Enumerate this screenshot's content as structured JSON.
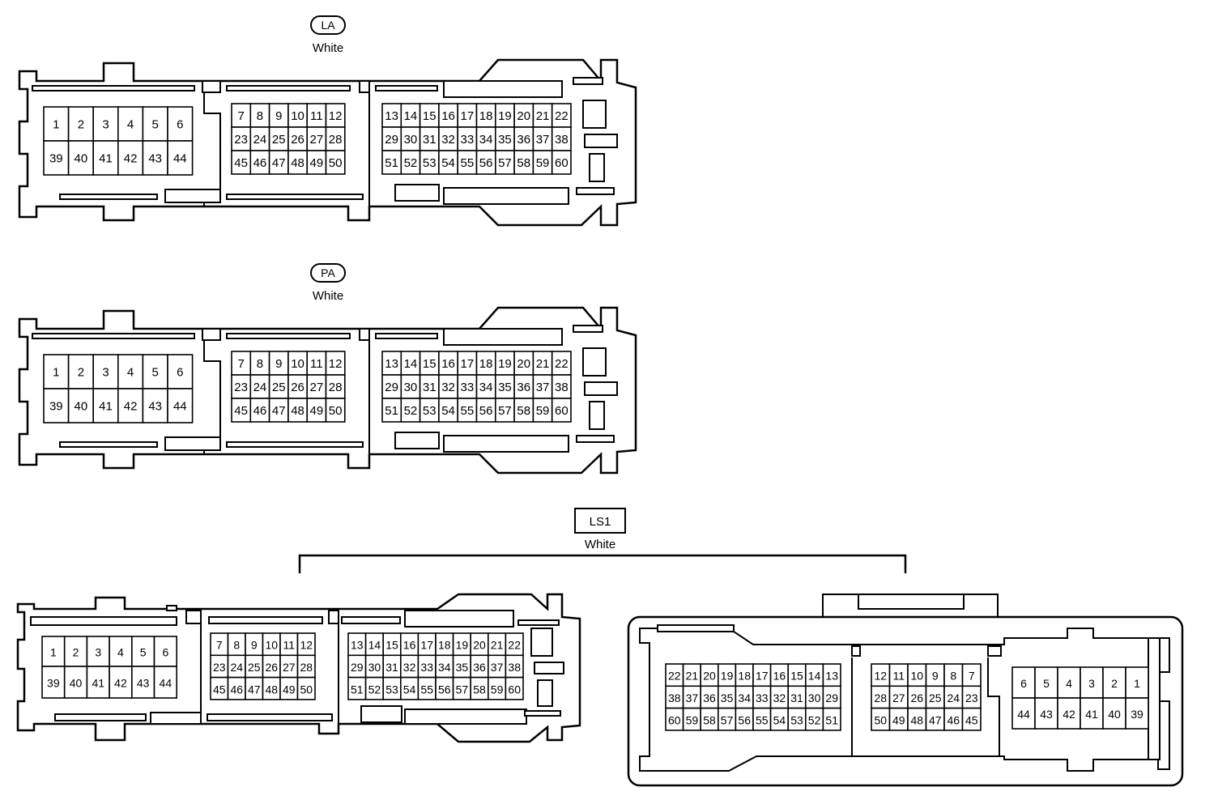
{
  "connectors": {
    "la": {
      "code": "LA",
      "color": "White"
    },
    "pa": {
      "code": "PA",
      "color": "White"
    },
    "ls1": {
      "code": "LS1",
      "color": "White"
    }
  },
  "pins": {
    "left_block": [
      [
        "1",
        "2",
        "3",
        "4",
        "5",
        "6"
      ],
      [
        "39",
        "40",
        "41",
        "42",
        "43",
        "44"
      ]
    ],
    "middle_block": [
      [
        "7",
        "8",
        "9",
        "10",
        "11",
        "12"
      ],
      [
        "23",
        "24",
        "25",
        "26",
        "27",
        "28"
      ],
      [
        "45",
        "46",
        "47",
        "48",
        "49",
        "50"
      ]
    ],
    "right_block": [
      [
        "13",
        "14",
        "15",
        "16",
        "17",
        "18",
        "19",
        "20",
        "21",
        "22"
      ],
      [
        "29",
        "30",
        "31",
        "32",
        "33",
        "34",
        "35",
        "36",
        "37",
        "38"
      ],
      [
        "51",
        "52",
        "53",
        "54",
        "55",
        "56",
        "57",
        "58",
        "59",
        "60"
      ]
    ],
    "mirror_right_block": [
      [
        "22",
        "21",
        "20",
        "19",
        "18",
        "17",
        "16",
        "15",
        "14",
        "13"
      ],
      [
        "38",
        "37",
        "36",
        "35",
        "34",
        "33",
        "32",
        "31",
        "30",
        "29"
      ],
      [
        "60",
        "59",
        "58",
        "57",
        "56",
        "55",
        "54",
        "53",
        "52",
        "51"
      ]
    ],
    "mirror_middle_block": [
      [
        "12",
        "11",
        "10",
        "9",
        "8",
        "7"
      ],
      [
        "28",
        "27",
        "26",
        "25",
        "24",
        "23"
      ],
      [
        "50",
        "49",
        "48",
        "47",
        "46",
        "45"
      ]
    ],
    "mirror_left_block": [
      [
        "6",
        "5",
        "4",
        "3",
        "2",
        "1"
      ],
      [
        "44",
        "43",
        "42",
        "41",
        "40",
        "39"
      ]
    ]
  }
}
